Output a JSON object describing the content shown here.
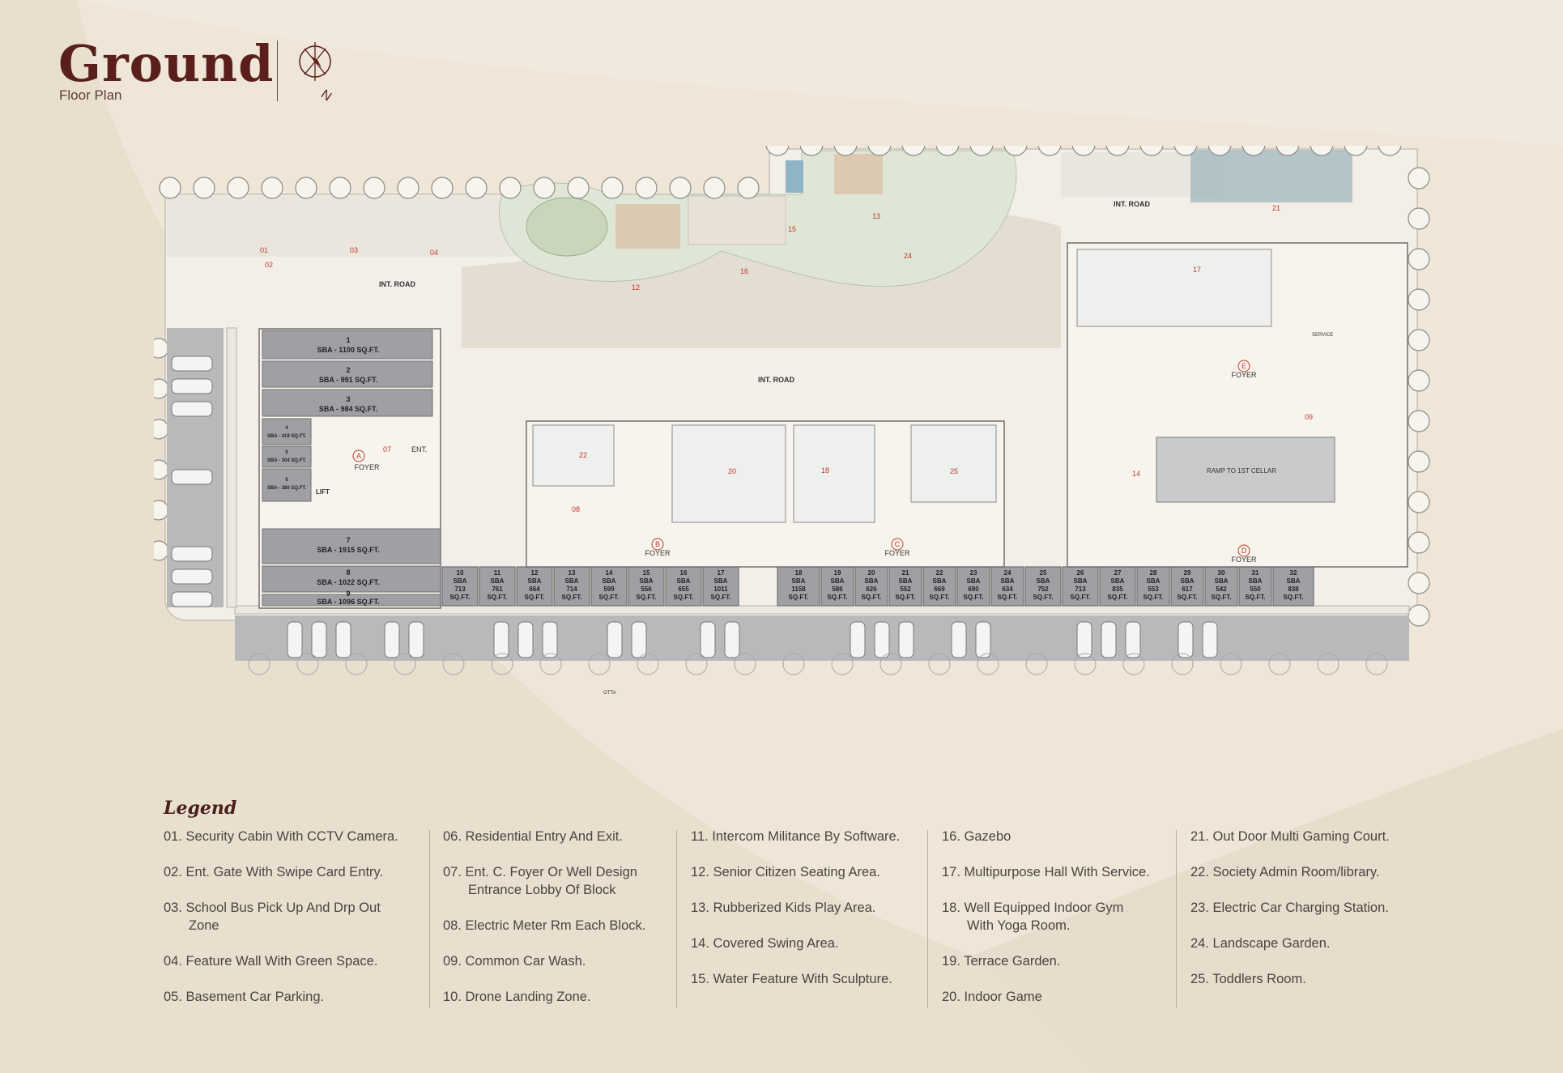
{
  "header": {
    "title": "Ground",
    "subtitle": "Floor Plan"
  },
  "compass": {
    "north_label": "N"
  },
  "colors": {
    "title": "#5a1f1c",
    "unit_fill": "#9ea0a3",
    "road": "#e9e3d9",
    "garden": "#dde5d5",
    "accent_red": "#c0392b"
  },
  "plan": {
    "road_labels": [
      "INT. ROAD",
      "INT. ROAD",
      "INT. ROAD"
    ],
    "units_left": [
      {
        "no": "1",
        "area": "SBA - 1100 SQ.FT."
      },
      {
        "no": "2",
        "area": "SBA - 991 SQ.FT."
      },
      {
        "no": "3",
        "area": "SBA - 984 SQ.FT."
      },
      {
        "no": "7",
        "area": "SBA - 1915 SQ.FT."
      },
      {
        "no": "8",
        "area": "SBA - 1022 SQ.FT."
      },
      {
        "no": "9",
        "area": "SBA - 1096 SQ.FT."
      }
    ],
    "units_small": [
      {
        "no": "4",
        "area": "SBA - 419 SQ.FT."
      },
      {
        "no": "5",
        "area": "SBA - 304 SQ.FT."
      },
      {
        "no": "6",
        "area": "SBA - 380 SQ.FT."
      }
    ],
    "shops_a": [
      {
        "no": "10",
        "sba": "SBA",
        "area": "713",
        "unit": "SQ.FT."
      },
      {
        "no": "11",
        "sba": "SBA",
        "area": "761",
        "unit": "SQ.FT."
      },
      {
        "no": "12",
        "sba": "SBA",
        "area": "664",
        "unit": "SQ.FT."
      },
      {
        "no": "13",
        "sba": "SBA",
        "area": "714",
        "unit": "SQ.FT."
      },
      {
        "no": "14",
        "sba": "SBA",
        "area": "599",
        "unit": "SQ.FT."
      },
      {
        "no": "15",
        "sba": "SBA",
        "area": "556",
        "unit": "SQ.FT."
      },
      {
        "no": "16",
        "sba": "SBA",
        "area": "655",
        "unit": "SQ.FT."
      },
      {
        "no": "17",
        "sba": "SBA",
        "area": "1011",
        "unit": "SQ.FT."
      }
    ],
    "shops_b": [
      {
        "no": "18",
        "sba": "SBA",
        "area": "1158",
        "unit": "SQ.FT."
      },
      {
        "no": "19",
        "sba": "SBA",
        "area": "586",
        "unit": "SQ.FT."
      },
      {
        "no": "20",
        "sba": "SBA",
        "area": "626",
        "unit": "SQ.FT."
      },
      {
        "no": "21",
        "sba": "SBA",
        "area": "552",
        "unit": "SQ.FT."
      },
      {
        "no": "22",
        "sba": "SBA",
        "area": "669",
        "unit": "SQ.FT."
      },
      {
        "no": "23",
        "sba": "SBA",
        "area": "690",
        "unit": "SQ.FT."
      },
      {
        "no": "24",
        "sba": "SBA",
        "area": "634",
        "unit": "SQ.FT."
      },
      {
        "no": "25",
        "sba": "SBA",
        "area": "752",
        "unit": "SQ.FT."
      },
      {
        "no": "26",
        "sba": "SBA",
        "area": "713",
        "unit": "SQ.FT."
      },
      {
        "no": "27",
        "sba": "SBA",
        "area": "835",
        "unit": "SQ.FT."
      },
      {
        "no": "28",
        "sba": "SBA",
        "area": "553",
        "unit": "SQ.FT."
      },
      {
        "no": "29",
        "sba": "SBA",
        "area": "617",
        "unit": "SQ.FT."
      },
      {
        "no": "30",
        "sba": "SBA",
        "area": "542",
        "unit": "SQ.FT."
      },
      {
        "no": "31",
        "sba": "SBA",
        "area": "550",
        "unit": "SQ.FT."
      },
      {
        "no": "32",
        "sba": "SBA",
        "area": "838",
        "unit": "SQ.FT."
      }
    ],
    "foyers": [
      {
        "letter": "A",
        "label": "FOYER"
      },
      {
        "letter": "B",
        "label": "FOYER"
      },
      {
        "letter": "C",
        "label": "FOYER"
      },
      {
        "letter": "D",
        "label": "FOYER"
      },
      {
        "letter": "E",
        "label": "FOYER"
      }
    ],
    "ent_label": "ENT.",
    "lift_label": "LIFT",
    "otta_label": "OTTA",
    "ramp_label": "RAMP TO 1ST CELLAR",
    "service_label": "SERVICE",
    "markers": [
      "01",
      "02",
      "03",
      "04",
      "07",
      "08",
      "09",
      "12",
      "13",
      "14",
      "15",
      "16",
      "17",
      "18",
      "20",
      "21",
      "22",
      "24",
      "25"
    ]
  },
  "legend": {
    "title": "Legend",
    "columns": [
      [
        {
          "line1": "01. Security Cabin With CCTV Camera.",
          "line2": ""
        },
        {
          "line1": "02. Ent. Gate With Swipe Card Entry.",
          "line2": ""
        },
        {
          "line1": "03. School Bus Pick Up And Drp Out",
          "line2": "Zone"
        },
        {
          "line1": "04. Feature Wall With Green Space.",
          "line2": ""
        },
        {
          "line1": "05. Basement Car Parking.",
          "line2": ""
        }
      ],
      [
        {
          "line1": "06. Residential Entry And Exit.",
          "line2": ""
        },
        {
          "line1": "07. Ent. C. Foyer Or Well Design",
          "line2": "Entrance Lobby Of Block"
        },
        {
          "line1": "08. Electric Meter Rm Each Block.",
          "line2": ""
        },
        {
          "line1": "09. Common Car Wash.",
          "line2": ""
        },
        {
          "line1": "10. Drone Landing Zone.",
          "line2": ""
        }
      ],
      [
        {
          "line1": "11. Intercom Militance By Software.",
          "line2": ""
        },
        {
          "line1": "12. Senior Citizen Seating Area.",
          "line2": ""
        },
        {
          "line1": "13. Rubberized Kids Play Area.",
          "line2": ""
        },
        {
          "line1": "14. Covered Swing Area.",
          "line2": ""
        },
        {
          "line1": "15. Water Feature With Sculpture.",
          "line2": ""
        }
      ],
      [
        {
          "line1": "16. Gazebo",
          "line2": ""
        },
        {
          "line1": "17. Multipurpose Hall With Service.",
          "line2": ""
        },
        {
          "line1": "18. Well Equipped Indoor Gym",
          "line2": "With Yoga Room."
        },
        {
          "line1": "19. Terrace Garden.",
          "line2": ""
        },
        {
          "line1": "20. Indoor Game",
          "line2": ""
        }
      ],
      [
        {
          "line1": "21. Out Door Multi Gaming Court.",
          "line2": ""
        },
        {
          "line1": "22. Society Admin Room/library.",
          "line2": ""
        },
        {
          "line1": "23. Electric Car Charging Station.",
          "line2": ""
        },
        {
          "line1": "24. Landscape Garden.",
          "line2": ""
        },
        {
          "line1": "25. Toddlers Room.",
          "line2": ""
        }
      ]
    ]
  }
}
